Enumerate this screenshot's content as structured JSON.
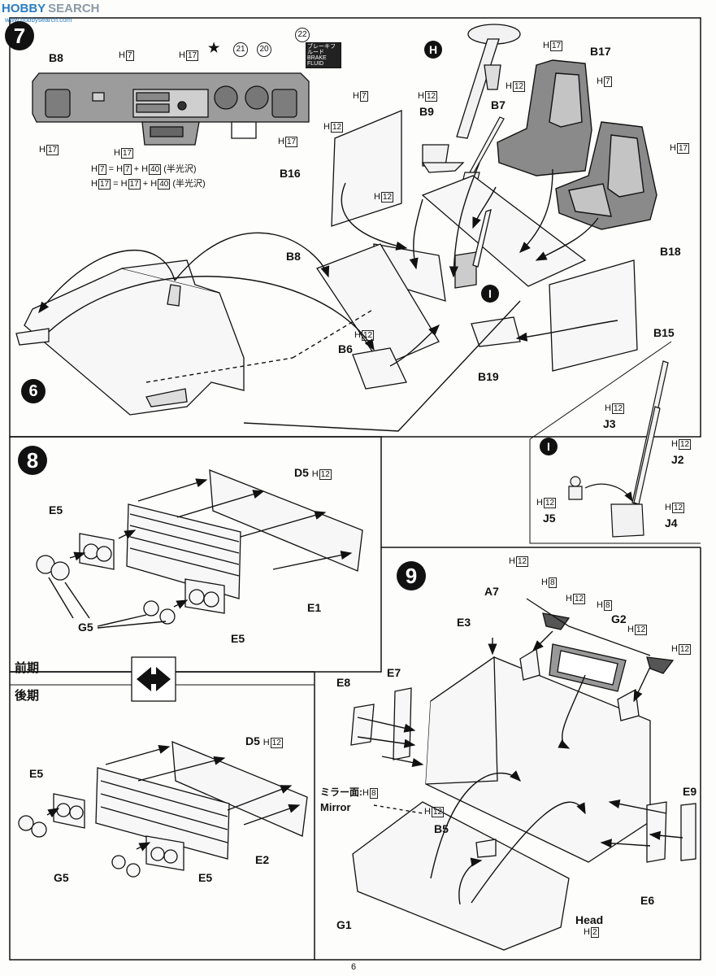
{
  "watermark": {
    "brand": "HOBBY",
    "word": "SEARCH",
    "url": "www.hobbysearch.com"
  },
  "page_number": "6",
  "steps": {
    "s7": "7",
    "s6": "6",
    "s8": "8",
    "s9": "9"
  },
  "markers": {
    "H": "H",
    "I": "I"
  },
  "color_prefix": "H",
  "color_codes": {
    "c7": "7",
    "c17": "17",
    "c12": "12",
    "c40": "40",
    "c8": "8",
    "c2": "2"
  },
  "step7": {
    "parts": {
      "b8_title": "B8",
      "b8": "B8",
      "b9": "B9",
      "b7": "B7",
      "b16": "B16",
      "b17": "B17",
      "b18": "B18",
      "b15": "B15",
      "b6": "B6",
      "b19": "B19",
      "j3": "J3",
      "j2": "J2",
      "j5": "J5",
      "j4": "J4"
    },
    "decals": {
      "d21": "21",
      "d20": "20",
      "d22": "22"
    },
    "brake_label": "ブレーキフルード BRAKE FLUID",
    "semi_gloss": "(半光沢)",
    "star": "★"
  },
  "step8": {
    "parts": {
      "d5": "D5",
      "e5a": "E5",
      "e5b": "E5",
      "e1": "E1",
      "g5": "G5",
      "d5b": "D5",
      "e5c": "E5",
      "e5d": "E5",
      "e2": "E2",
      "g5b": "G5"
    },
    "early": "前期",
    "late": "後期"
  },
  "step9": {
    "parts": {
      "a7": "A7",
      "g2": "G2",
      "e3": "E3",
      "e8": "E8",
      "e7": "E7",
      "e9": "E9",
      "b5": "B5",
      "g1": "G1",
      "e6": "E6",
      "head": "Head"
    },
    "mirror_jp": "ミラー面:",
    "mirror_en": "Mirror"
  }
}
